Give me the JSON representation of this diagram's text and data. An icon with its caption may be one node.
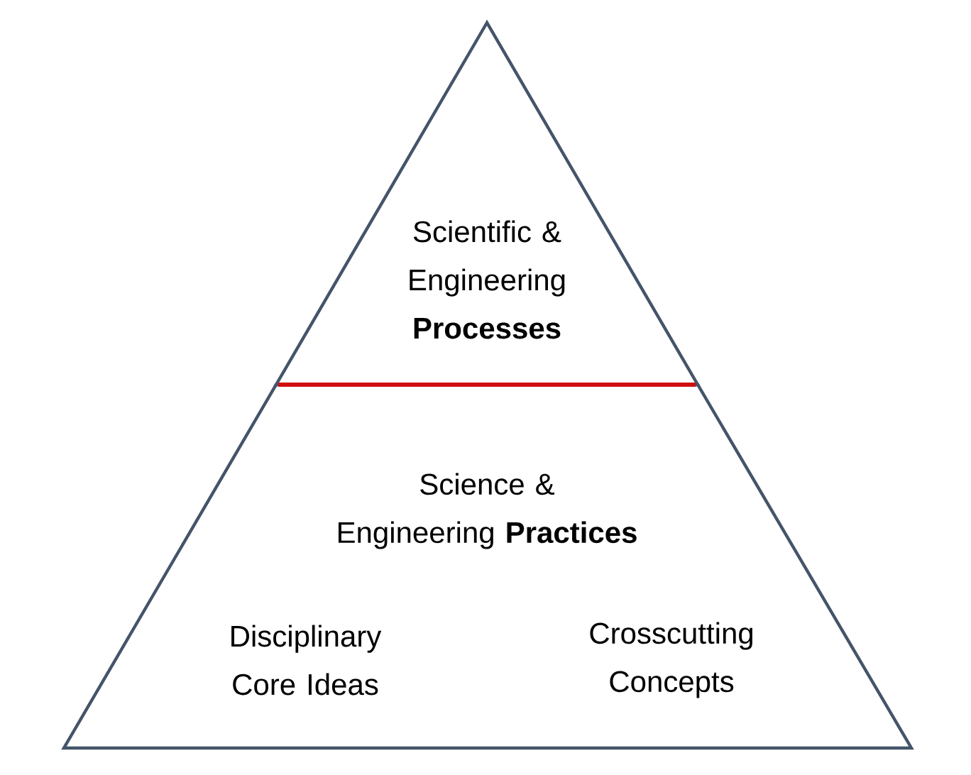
{
  "diagram": {
    "nodes": [
      {
        "text": [
          "Scientific & Engineering **Processes**"
        ]
      },
      {
        "text": [
          "Science & Engineering **Practices**",
          "Disciplinary Core Ideas",
          "Crosscutting Concepts"
        ]
      }
    ]
  }
}
